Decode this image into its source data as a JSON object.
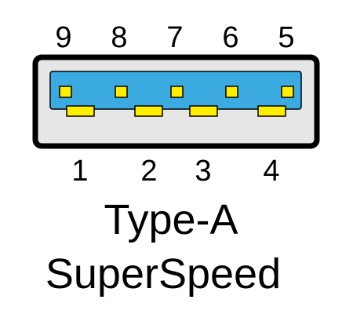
{
  "top_pins": [
    "9",
    "8",
    "7",
    "6",
    "5"
  ],
  "bottom_pins": [
    "1",
    "2",
    "3",
    "4"
  ],
  "title": "Type-A",
  "subtitle": "SuperSpeed",
  "colors": {
    "outline": "#000000",
    "housing_fill": "#e6e6e6",
    "tongue_fill": "#3aaae1",
    "contact_fill": "#ffee00",
    "contact_stroke": "#000000"
  }
}
